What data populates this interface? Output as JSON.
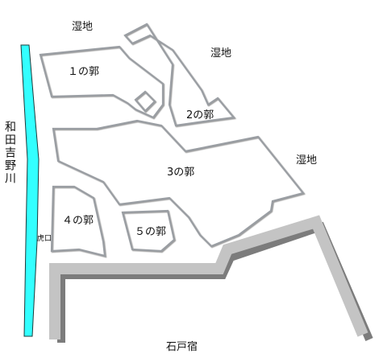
{
  "labels": {
    "wetland_top": "湿地",
    "wetland_right_upper": "湿地",
    "wetland_right_lower": "湿地",
    "bailey_1": "１の郭",
    "bailey_2": "2の郭",
    "bailey_3": "3の郭",
    "bailey_4": "４の郭",
    "bailey_5": "５の郭",
    "river": "和田吉野川",
    "gate": "虎口",
    "post_town": "石戸宿"
  },
  "colors": {
    "river_fill": "#33ffff",
    "river_outline": "#1a3a3a",
    "wall_outline": "#9a9ea3",
    "earthwork_light": "#c4c4c4",
    "earthwork_shadow": "#7c7c7c",
    "text": "#111111"
  }
}
